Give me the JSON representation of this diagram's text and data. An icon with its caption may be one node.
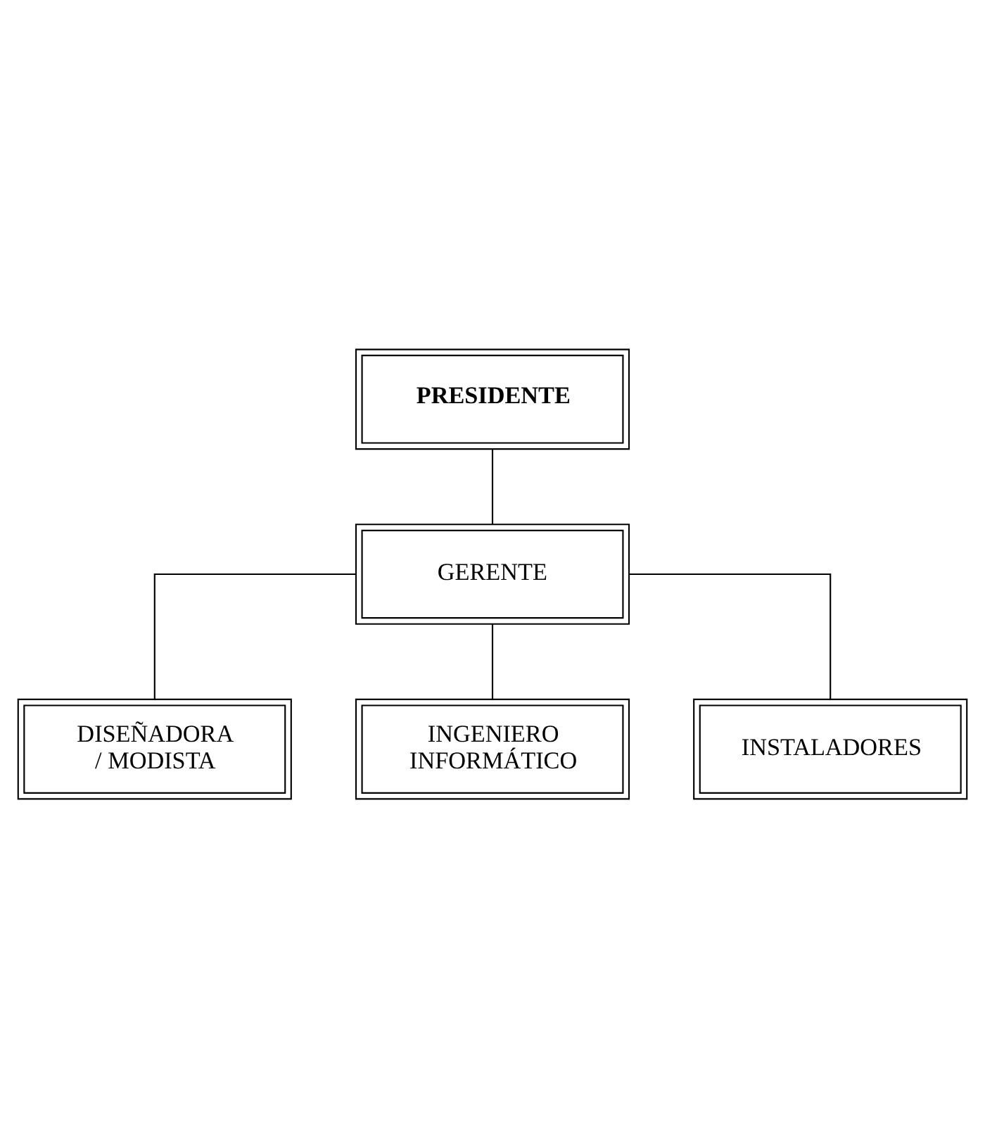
{
  "diagram": {
    "nodes": [
      {
        "text": [
          "PRESIDENTE"
        ]
      },
      {
        "text": [
          "GERENTE"
        ]
      },
      {
        "text": [
          "DISEÑADORA / MODISTA"
        ]
      },
      {
        "text": [
          "INGENIERO INFORMÁTICO"
        ]
      },
      {
        "text": [
          "INSTALADORES"
        ]
      }
    ],
    "edges": [
      {
        "from": 0,
        "to": 1,
        "arrow": "none"
      },
      {
        "from": 1,
        "to": 2,
        "arrow": "none"
      },
      {
        "from": 1,
        "to": 4,
        "arrow": "none"
      },
      {
        "from": 1,
        "to": 3,
        "arrow": "none"
      }
    ]
  }
}
